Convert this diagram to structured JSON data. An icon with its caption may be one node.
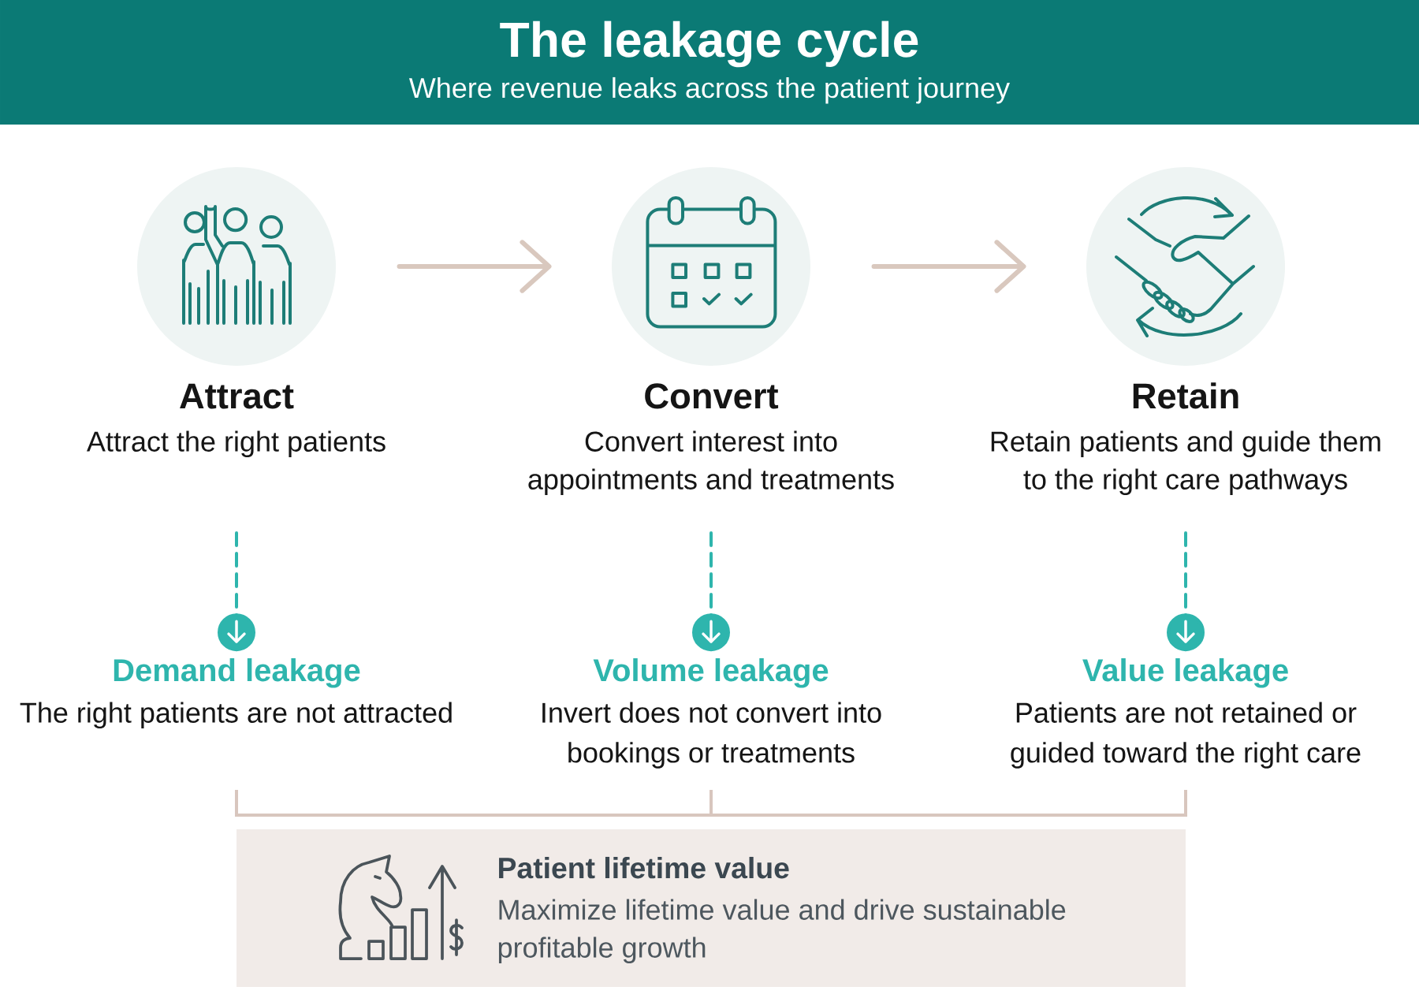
{
  "diagram": {
    "title": "The leakage cycle",
    "nodes": [
      {
        "text": [
          "Attract",
          "Attract the right patients"
        ]
      },
      {
        "text": [
          "Convert",
          "Convert interest into appointments and treatments"
        ]
      },
      {
        "text": [
          "Retain",
          "Retain patients and guide them to the right care pathways"
        ]
      },
      {
        "text": [
          "Demand leakage",
          "The right patients are not attracted"
        ]
      },
      {
        "text": [
          "Volume leakage",
          "Invert does not convert into bookings or treatments"
        ]
      },
      {
        "text": [
          "Value leakage",
          "Patients are not retained or guided toward the right care"
        ]
      },
      {
        "text": [
          "Patient lifetime value",
          "Maximize lifetime value and drive sustainable profitable growth"
        ]
      }
    ],
    "edges": [
      {
        "from": 0,
        "to": 1,
        "arrow": "to",
        "color": "#d9c8be"
      },
      {
        "from": 1,
        "to": 2,
        "arrow": "to",
        "color": "#d9c8be"
      },
      {
        "from": 0,
        "to": 3,
        "arrow": "to",
        "style": "dashed",
        "color": "#2eb5ad"
      },
      {
        "from": 1,
        "to": 4,
        "arrow": "to",
        "style": "dashed",
        "color": "#2eb5ad"
      },
      {
        "from": 2,
        "to": 5,
        "arrow": "to",
        "style": "dashed",
        "color": "#2eb5ad"
      }
    ],
    "labels": [
      "Where revenue leaks across the patient journey"
    ]
  }
}
